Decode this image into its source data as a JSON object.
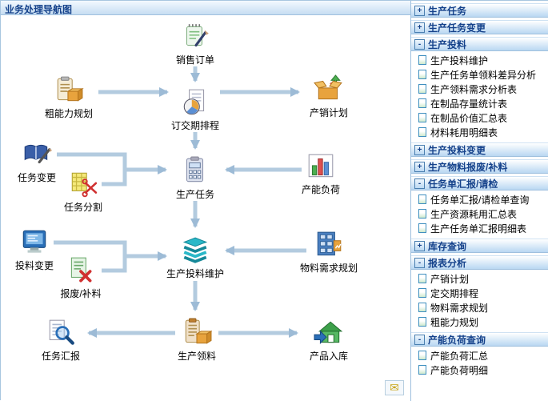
{
  "title": "业务处理导航图",
  "flowchart": {
    "nodes": [
      {
        "label": "销售订单",
        "icon": "notebook-pen-icon"
      },
      {
        "label": "粗能力规划",
        "icon": "clipboard-box-icon"
      },
      {
        "label": "订交期排程",
        "icon": "document-pie-icon"
      },
      {
        "label": "产销计划",
        "icon": "open-box-arrow-icon"
      },
      {
        "label": "任务变更",
        "icon": "book-pen-icon"
      },
      {
        "label": "任务分割",
        "icon": "grid-sheet-scissors-icon"
      },
      {
        "label": "生产任务",
        "icon": "clipboard-calculator-icon"
      },
      {
        "label": "产能负荷",
        "icon": "bar-chart-icon"
      },
      {
        "label": "投料变更",
        "icon": "monitor-icon"
      },
      {
        "label": "报废/补料",
        "icon": "sheet-cross-icon"
      },
      {
        "label": "生产投料维护",
        "icon": "layer-stack-icon"
      },
      {
        "label": "物料需求规划",
        "icon": "cabinet-chart-icon"
      },
      {
        "label": "任务汇报",
        "icon": "magnifier-document-icon"
      },
      {
        "label": "生产领料",
        "icon": "clipboard-carton-icon"
      },
      {
        "label": "产品入库",
        "icon": "warehouse-arrow-icon"
      }
    ]
  },
  "sidebar": {
    "sections": [
      {
        "label": "生产任务",
        "toggle": "+",
        "items": []
      },
      {
        "label": "生产任务变更",
        "toggle": "+",
        "items": []
      },
      {
        "label": "生产投料",
        "toggle": "-",
        "items": [
          "生产投料维护",
          "生产任务单领料差异分析",
          "生产领料需求分析表",
          "在制品存量统计表",
          "在制品价值汇总表",
          "材料耗用明细表"
        ]
      },
      {
        "label": "生产投料变更",
        "toggle": "+",
        "items": []
      },
      {
        "label": "生产物料报废/补料",
        "toggle": "+",
        "items": []
      },
      {
        "label": "任务单汇报/请检",
        "toggle": "-",
        "items": [
          "任务单汇报/请检单查询",
          "生产资源耗用汇总表",
          "生产任务单汇报明细表"
        ]
      },
      {
        "label": "库存查询",
        "toggle": "+",
        "items": []
      },
      {
        "label": "报表分析",
        "toggle": "-",
        "items": [
          "产销计划",
          "定交期排程",
          "物料需求规划",
          "粗能力规划"
        ]
      },
      {
        "label": "产能负荷查询",
        "toggle": "-",
        "items": [
          "产能负荷汇总",
          "产能负荷明细"
        ]
      }
    ]
  },
  "footer": {
    "mail_glyph": "✉",
    "mail_icon": "envelope-icon"
  },
  "colors": {
    "header_text": "#15428b",
    "accent": "#4a7fc0",
    "arrow": "#b3cbdf",
    "arrow_head": "#9dbbd6"
  }
}
